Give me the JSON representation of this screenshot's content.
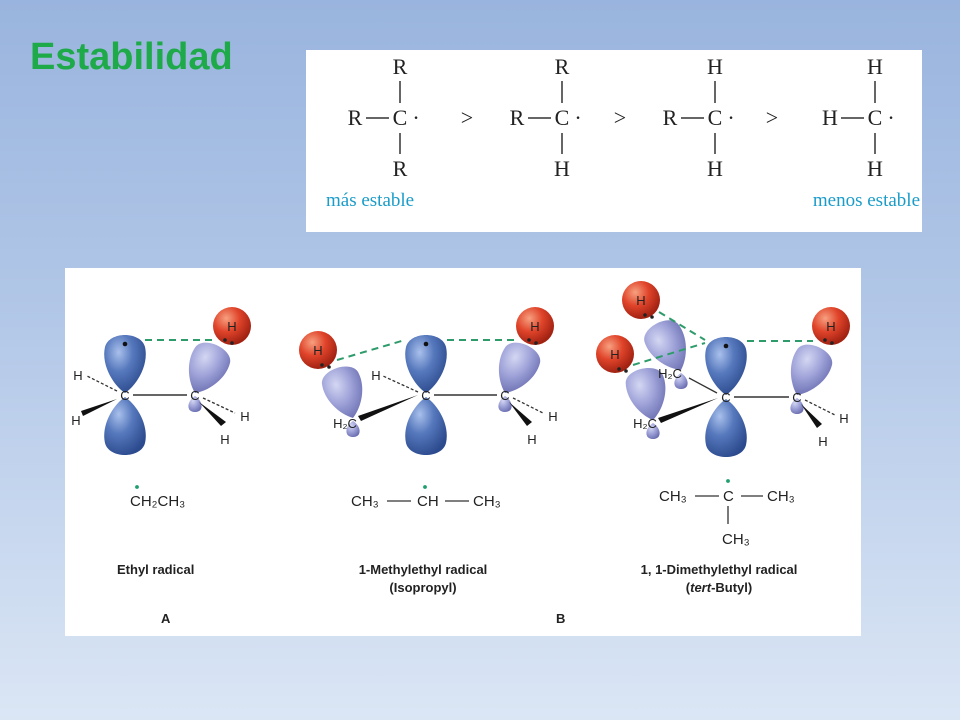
{
  "slide": {
    "title": "Estabilidad"
  },
  "stability_panel": {
    "structures": [
      {
        "top": "R",
        "left": "R",
        "center": "C",
        "bottom": "R"
      },
      {
        "top": "R",
        "left": "R",
        "center": "C",
        "bottom": "H"
      },
      {
        "top": "H",
        "left": "R",
        "center": "C",
        "bottom": "H"
      },
      {
        "top": "H",
        "left": "H",
        "center": "C",
        "bottom": "H"
      }
    ],
    "radical_dot": "·",
    "comparator": ">",
    "label_most": "más estable",
    "label_least": "menos estable"
  },
  "radical_panel": {
    "atom_c": "C",
    "atom_h": "H",
    "h2c": "H₂C",
    "ethyl": {
      "formula": "CH₂CH₃",
      "name": "Ethyl radical"
    },
    "isopropyl": {
      "formula_left": "CH₃",
      "formula_center": "CH",
      "formula_right": "CH₃",
      "name": "1-Methylethyl radical",
      "alt_name": "(Isopropyl)"
    },
    "tertbutyl": {
      "formula_left": "CH₃",
      "formula_center": "C",
      "formula_right": "CH₃",
      "formula_bottom": "CH₃",
      "name": "1, 1-Dimethylethyl radical",
      "alt_name_italic": "tert",
      "alt_name_rest": "-Butyl)",
      "alt_name_open": "("
    },
    "label_a": "A",
    "label_b": "B"
  },
  "colors": {
    "title": "#1faa4a",
    "caption_blue": "#1a9cc9",
    "orbital_dark": "#4a6bb0",
    "orbital_light": "#9a9fd6",
    "hydrogen": "#e0442a",
    "radical_green": "#1f9e6e",
    "bond_dashed": "#2e9c6a"
  }
}
